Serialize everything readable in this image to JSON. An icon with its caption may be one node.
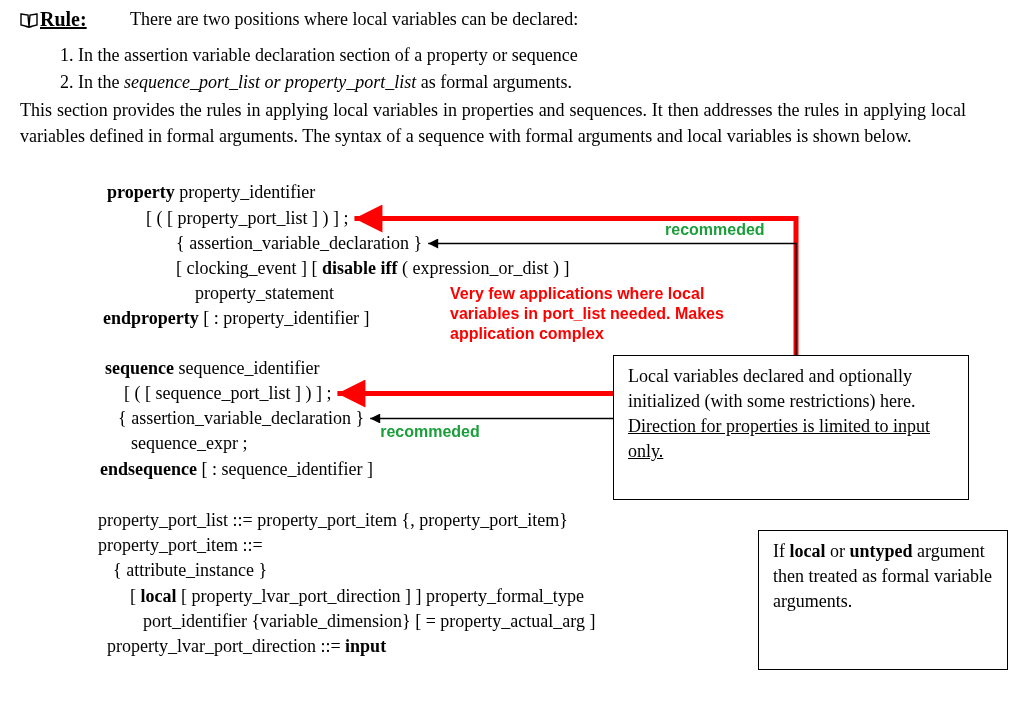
{
  "diagram": {
    "title": "Rule:",
    "nodes": [
      {
        "text": [
          "[ ( [ property_port_list ] ) ] ;"
        ]
      },
      {
        "text": [
          "{ assertion_variable_declaration }"
        ]
      },
      {
        "text": [
          "Local variables declared and optionally initialized (with some restrictions) here.",
          "Direction for properties is limited to input only."
        ]
      },
      {
        "text": [
          "[ ( [ sequence_port_list ] ) ] ;"
        ]
      },
      {
        "text": [
          "{ assertion_variable_declaration }"
        ]
      },
      {
        "text": [
          "If **local** or **untyped** argument then treated as formal variable arguments."
        ]
      }
    ],
    "edges": [
      {
        "from": 2,
        "to": 0,
        "arrow": "to",
        "style": "thick",
        "color": "#ff0000"
      },
      {
        "from": 2,
        "to": 1,
        "arrow": "to",
        "label": "recommeded",
        "color": "#000000"
      },
      {
        "from": 2,
        "to": 3,
        "arrow": "to",
        "style": "thick",
        "color": "#ff0000"
      },
      {
        "from": 2,
        "to": 4,
        "arrow": "to",
        "label": "recommeded",
        "color": "#000000"
      }
    ],
    "labels": [
      "There are two positions where local variables can be declared:",
      "1. In the assertion variable declaration section of a property or sequence",
      "2. In the *sequence_port_list or property_port_list* as formal arguments.",
      "This section provides the rules in applying local variables in properties and sequences. It then addresses the rules in applying local variables defined in formal arguments. The syntax of a sequence with formal arguments and local variables is shown below.",
      "**property** property_identifier",
      "[ clocking_event ] [ **disable iff** ( expression_or_dist ) ]",
      "property_statement",
      "Very few applications where local variables in port_list needed. Makes application complex",
      "**endproperty** [ : property_identifier ]",
      "**sequence** sequence_identifier",
      "sequence_expr ;",
      "**endsequence** [ : sequence_identifier ]",
      "property_port_list ::= property_port_item {, property_port_item}",
      "property_port_item ::=",
      "{ attribute_instance }",
      "[ **local** [ property_lvar_port_direction ] ] property_formal_type",
      "port_identifier {variable_dimension} [ = property_actual_arg ]",
      "property_lvar_port_direction ::= **input**"
    ]
  }
}
